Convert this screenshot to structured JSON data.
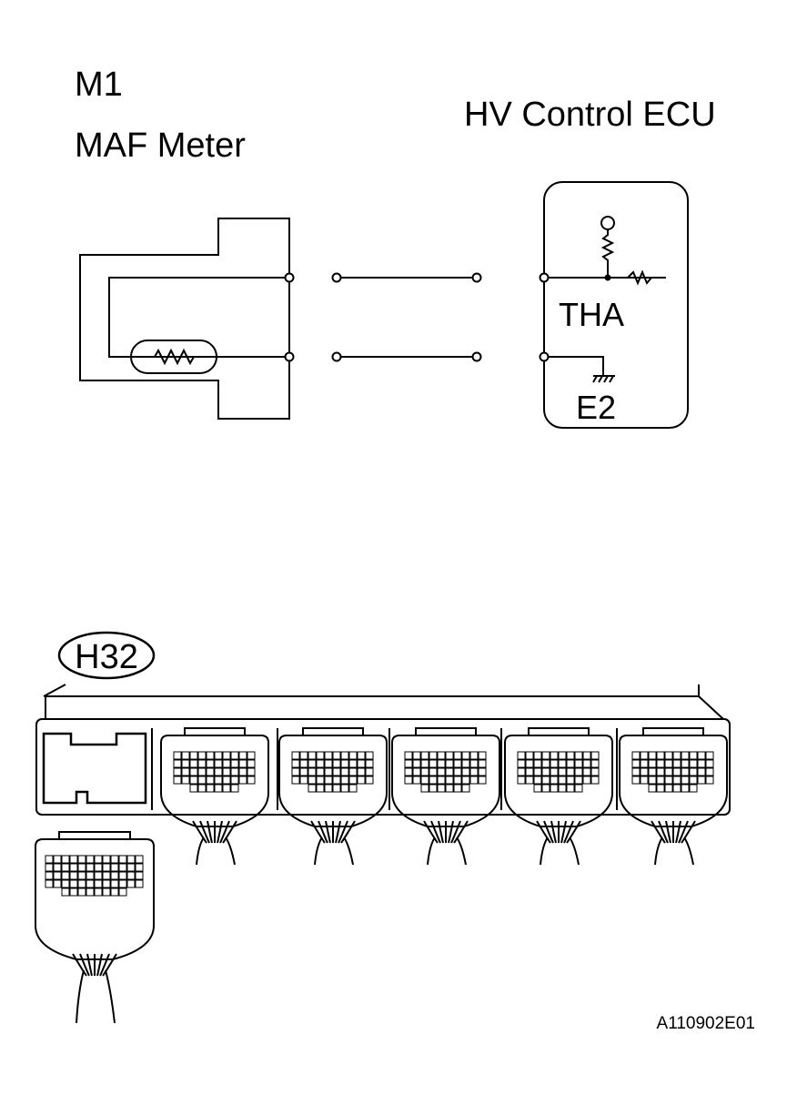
{
  "labels": {
    "connector_id_top": "M1",
    "component_left": "MAF Meter",
    "component_right": "HV Control ECU",
    "terminal_tha": "THA",
    "terminal_e2": "E2",
    "connector_id_bottom": "H32",
    "figure_code": "A110902E01"
  }
}
